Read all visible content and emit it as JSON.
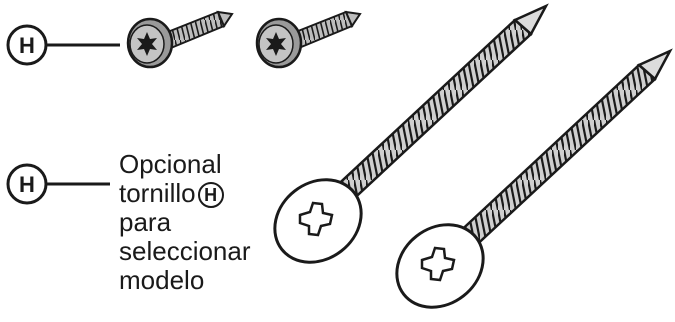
{
  "callouts": [
    {
      "id": "top",
      "letter": "H"
    },
    {
      "id": "bottom",
      "letter": "H"
    }
  ],
  "note": {
    "lines": [
      "Opcional",
      "tornillo",
      "para",
      "seleccionar",
      "modelo"
    ],
    "inline_letter": "H"
  },
  "colors": {
    "ink": "#1a1a1a",
    "metal": "#c9c9c9",
    "metal_dark": "#8f8f8f",
    "head": "#ffffff"
  },
  "icons": [
    "torx-screw-icon",
    "torx-screw-icon",
    "phillips-long-screw-icon",
    "phillips-long-screw-icon"
  ]
}
